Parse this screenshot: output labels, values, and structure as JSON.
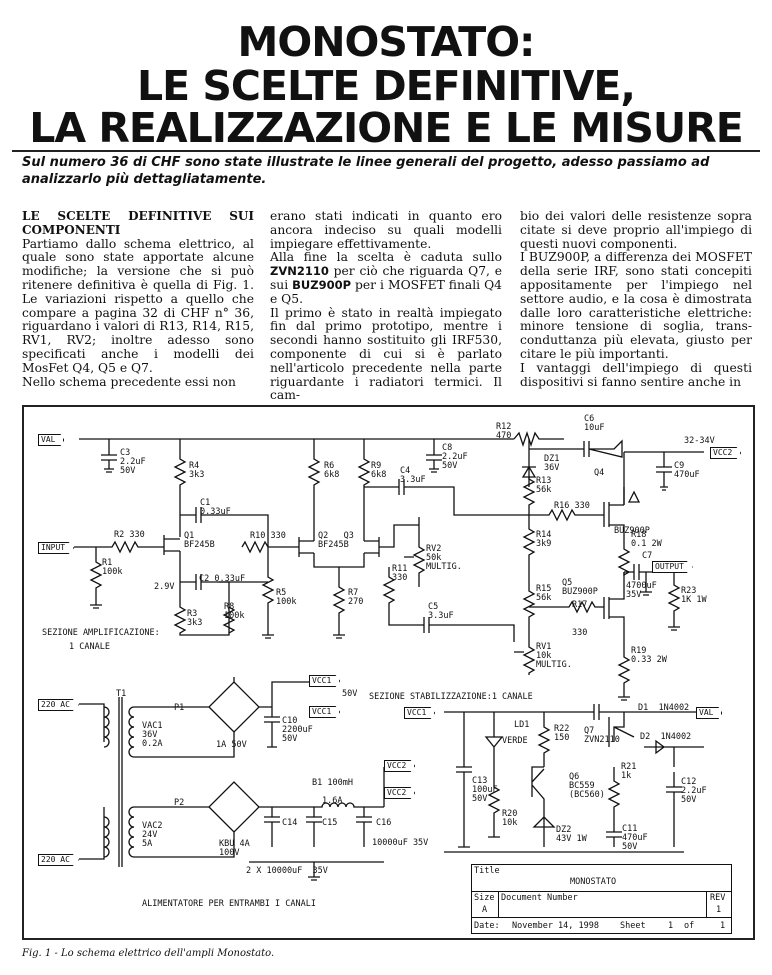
{
  "article": {
    "title_lines": [
      "MONOSTATO:",
      "LE SCELTE DEFINITIVE,",
      "LA REALIZZAZIONE E LE MISURE"
    ],
    "subtitle": "Sul numero 36 di CHF sono state illustrate le linee generali del progetto, adesso passiamo ad analizzarlo più dettagliatamente.",
    "section_heading": "LE SCELTE DEFINITIVE SUI COMPONENTI",
    "col1": "Partiamo dallo schema elettrico, al quale sono state apportate alcune modifiche; la versione che si può ritenere definitiva è quella di Fig. 1. Le variazioni rispetto a quello che compare a pagina 32 di CHF n° 36, riguardano i valori di R13, R14, R15, RV1, RV2; inoltre adesso sono specificati anche i modelli dei MosFet Q4, Q5 e Q7.",
    "col1b": "Nello schema precedente essi non",
    "col2a": "erano stati indicati in quanto ero ancora indeciso su quali modelli impiegare effettivamente.",
    "col2b_pre": "Alla fine la scelta è caduta sullo ",
    "col2b_zvn": "ZVN2110",
    "col2b_mid": " per ciò che riguarda Q7, e sui ",
    "col2b_buz": "BUZ900P",
    "col2b_post": " per i MOSFET finali Q4 e Q5.",
    "col2c": "Il primo è stato in realtà impiegato fin dal primo prototipo, mentre i secondi hanno sostituito gli IRF530, componente di cui si è parlato nell'articolo precedente nella parte riguardante i radiatori termici. Il cam-",
    "col3a": "bio dei valori delle resistenze sopra citate si deve proprio all'impiego di questi nuovi componenti.",
    "col3b": "I BUZ900P, a differenza dei MOSFET della serie IRF, sono stati concepiti appositamente per l'impiego nel settore audio, e la cosa è dimostrata dalle loro caratteristiche elettriche: minore tensione di soglia, trans-conduttanza più elevata, giusto per citare le più importanti.",
    "col3c": "I vantaggi dell'impiego di questi dispositivi si fanno sentire anche in",
    "caption": "Fig. 1 - Lo schema elettrico dell'ampli Monostato."
  },
  "schematic": {
    "net_tags": {
      "val": "VAL",
      "input": "INPUT",
      "output": "OUTPUT",
      "vcc2_top": "VCC2",
      "vcc1_a": "VCC1",
      "vcc1_b": "VCC1",
      "vcc2_a": "VCC2",
      "vcc2_b": "VCC2",
      "ac1": "220 AC",
      "ac2": "220 AC",
      "vcc1_c": "VCC1",
      "val_out": "VAL"
    },
    "labels": {
      "c3": "C3\n2.2uF\n50V",
      "r4": "R4\n3k3",
      "c1": "C1\n0.33uF",
      "r2": "R2 330",
      "r1": "R1\n100k",
      "q1": "Q1\nBF245B",
      "v29": "2.9V",
      "c2": "C2 0.33uF",
      "r3": "R3\n3k3",
      "r8": "R8\n100k",
      "r10": "R10 330",
      "r5": "R5\n100k",
      "r6": "R6\n6k8",
      "r9": "R9\n6k8",
      "q2q3": "Q2   Q3\nBF245B",
      "r7": "R7\n270",
      "c4": "C4\n3.3uF",
      "c8": "C8\n2.2uF\n50V",
      "r11": "R11\n330",
      "rv2": "RV2\n50k\nMULTIG.",
      "c5": "C5\n3.3uF",
      "r12": "R12\n470",
      "c6": "C6\n10uF",
      "dz1": "DZ1\n36V",
      "r13": "R13\n56k",
      "q4": "Q4",
      "volt": "32-34V",
      "c9": "C9\n470uF",
      "r16": "R16 330",
      "buz1": "BUZ900P",
      "r14": "R14\n3k9",
      "r18": "R18\n0.1 2W",
      "c7": "C7",
      "c7v": "4700uF\n35V",
      "r23": "R23\n1K 1W",
      "r15": "R15\n56k",
      "q5": "Q5\nBUZ900P",
      "r17": "R17",
      "r17v": "330",
      "rv1": "RV1\n10k\nMULTIG.",
      "r19": "R19\n0.33 2W",
      "sez1": "SEZIONE AMPLIFICAZIONE:",
      "sez1b": "1 CANALE",
      "t1": "T1",
      "p1": "P1",
      "vac1": "VAC1\n36V\n0.2A",
      "br1": "1A 50V",
      "v50": "50V",
      "c10": "C10\n2200uF\n50V",
      "sez2": "SEZIONE STABILIZZAZIONE:1 CANALE",
      "d1": "D1  1N4002",
      "ld1": "LD1",
      "verde": "VERDE",
      "r22": "R22\n150",
      "q7": "Q7\nZVN2110",
      "d2": "D2  1N4002",
      "p2": "P2",
      "vac2": "VAC2\n24V\n5A",
      "b1": "B1 100mH",
      "f16": "1.6A",
      "c14": "C14",
      "c15": "C15",
      "c16": "C16",
      "c16v": "10000uF 35V",
      "kbu": "KBU 4A\n100V",
      "cx": "2 X 10000uF  35V",
      "alim": "ALIMENTATORE PER ENTRAMBI I CANALI",
      "c13": "C13\n100uF\n50V",
      "q6": "Q6\nBC559\n(BC560)",
      "r21": "R21\n1k",
      "c12": "C12\n2.2uF\n50V",
      "r20": "R20\n10k",
      "dz2": "DZ2\n43V 1W",
      "c11": "C11\n470uF\n50V"
    },
    "title_block": {
      "title_label": "Title",
      "title_value": "MONOSTATO",
      "size_label": "Size",
      "size_value": "A",
      "docnum_label": "Document Number",
      "rev_label": "REV",
      "rev_value": "1",
      "date_label": "Date:",
      "date_value": "November 14, 1998",
      "sheet_label": "Sheet",
      "sheet_value": "1",
      "of_label": "of",
      "of_value": "1"
    }
  }
}
